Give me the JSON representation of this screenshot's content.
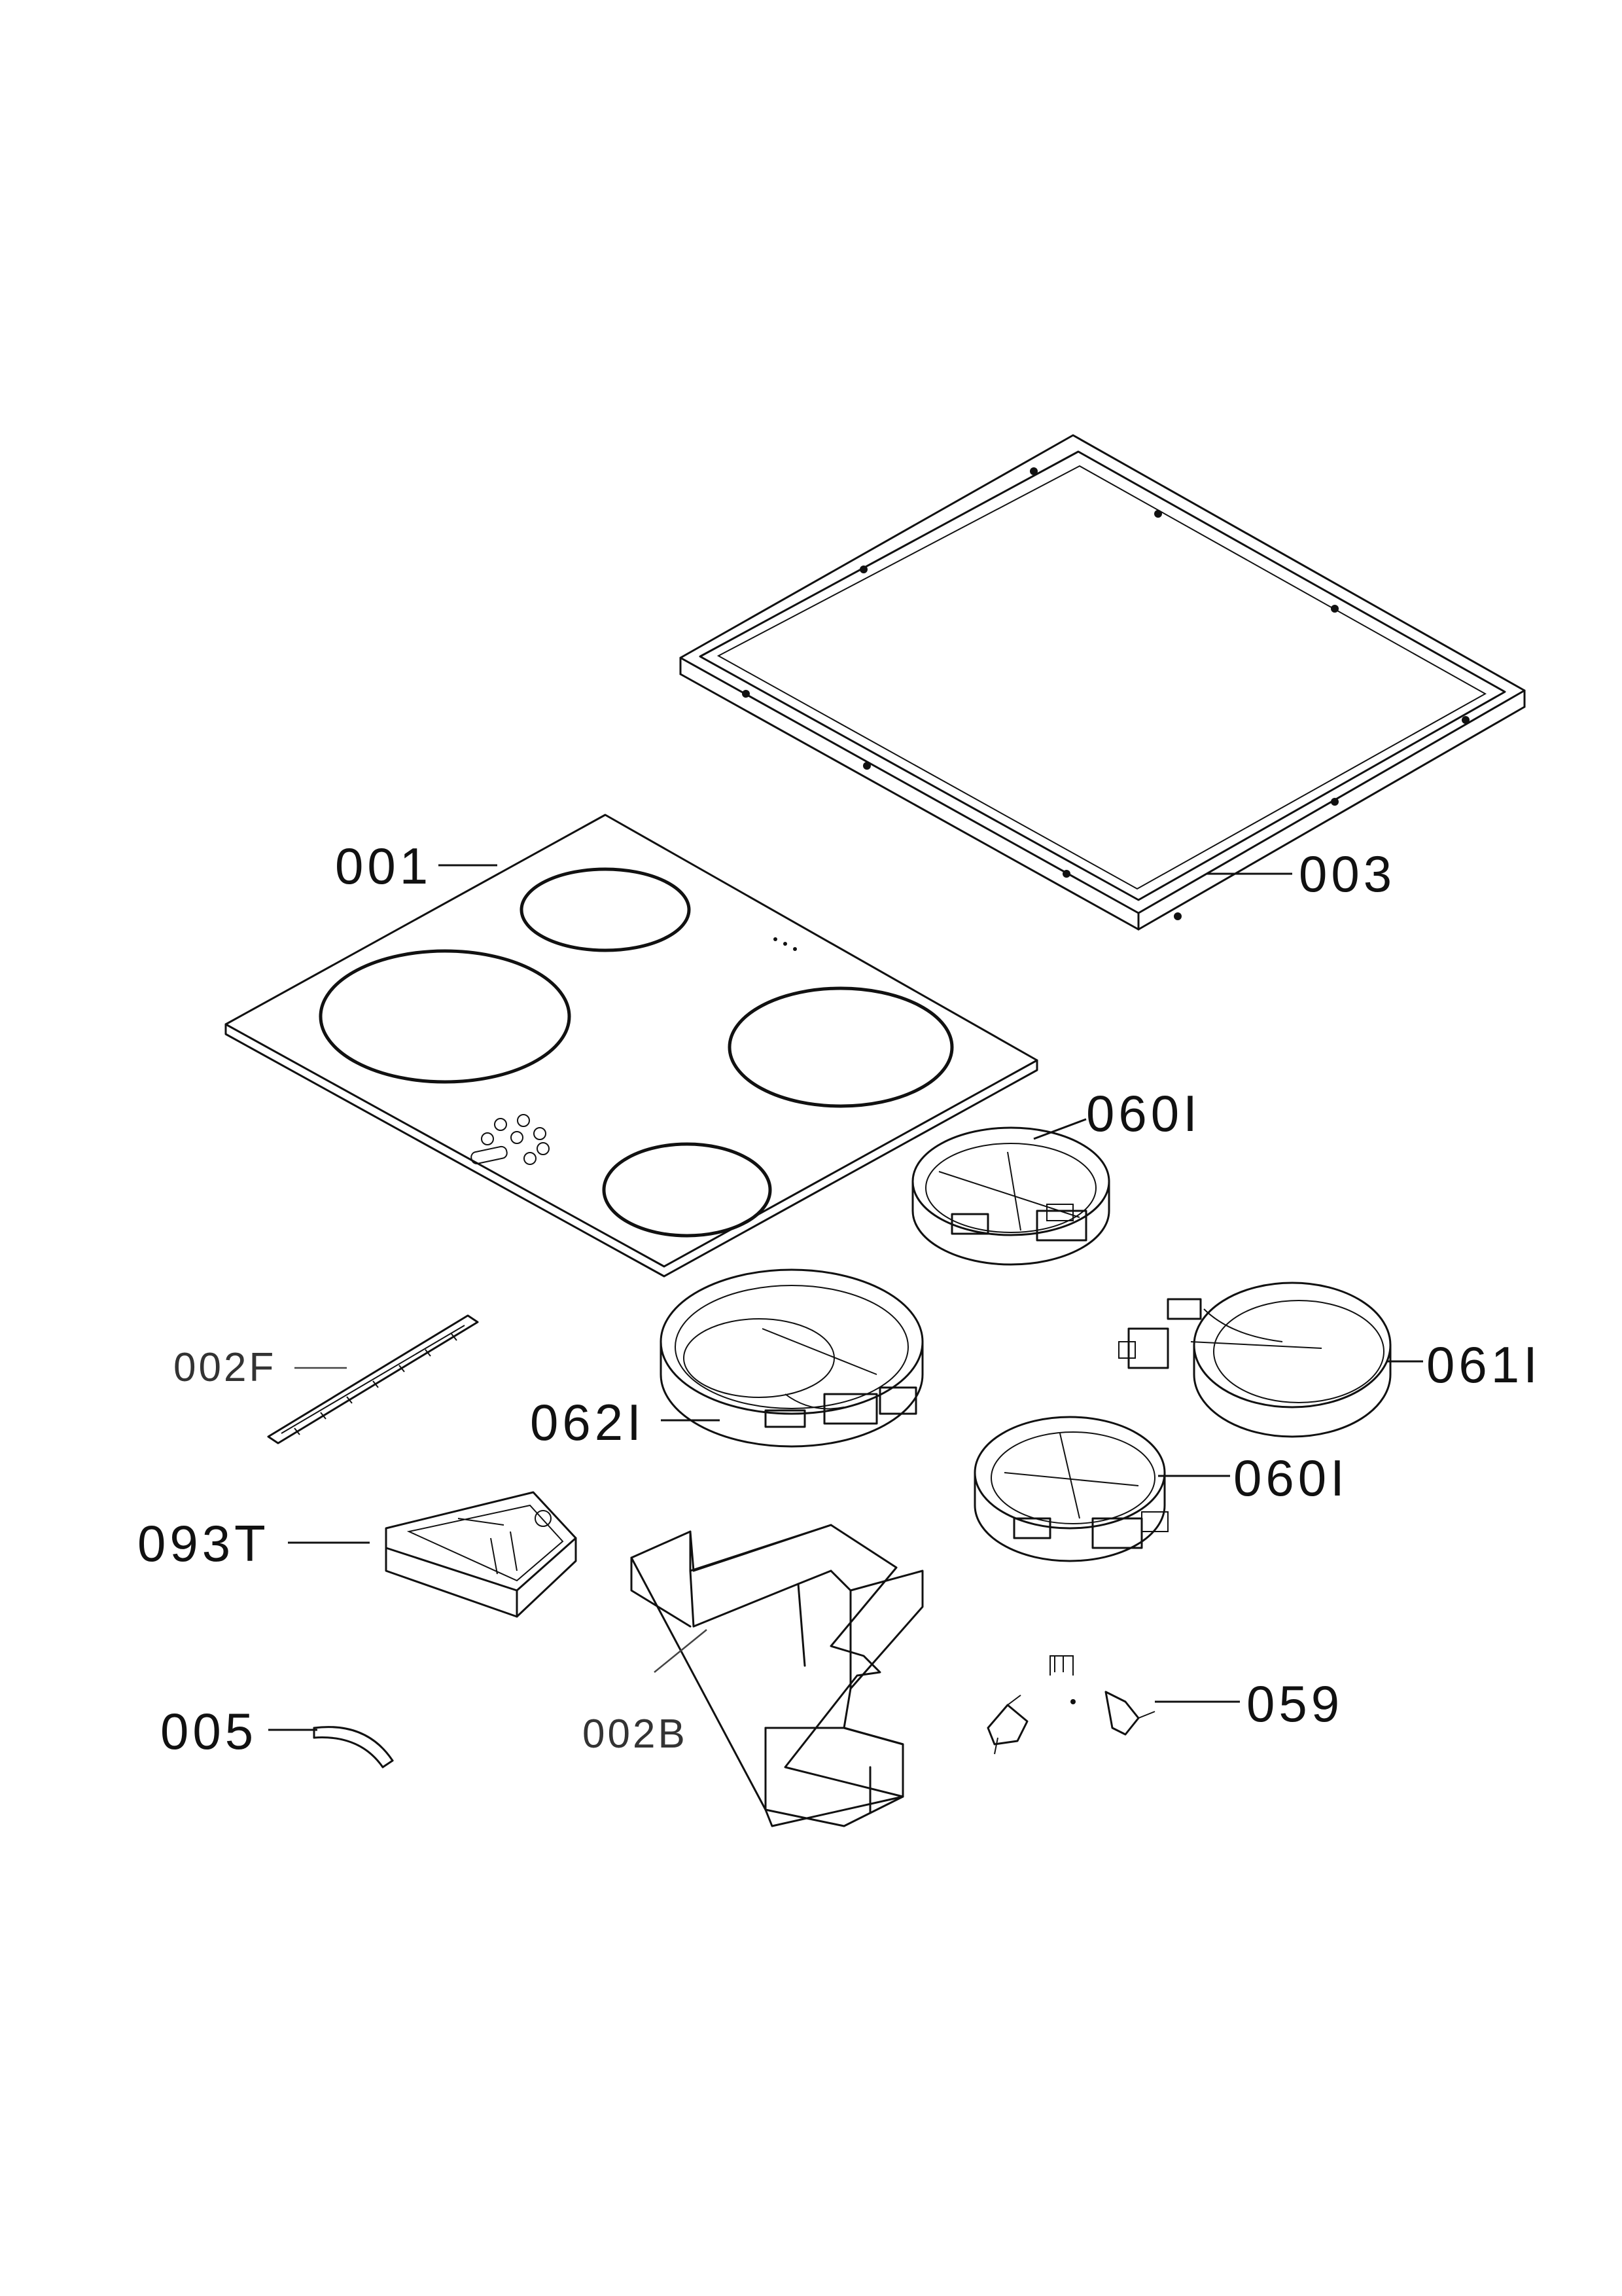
{
  "parts": {
    "glass_top": "001",
    "frame": "003",
    "radiant_small_upper": "060I",
    "radiant_right": "061I",
    "radiant_large": "062I",
    "radiant_small_lower": "060I",
    "seal_front": "002F",
    "terminal_cover": "093T",
    "clip": "005",
    "seal_back": "002B",
    "brackets": "059"
  }
}
